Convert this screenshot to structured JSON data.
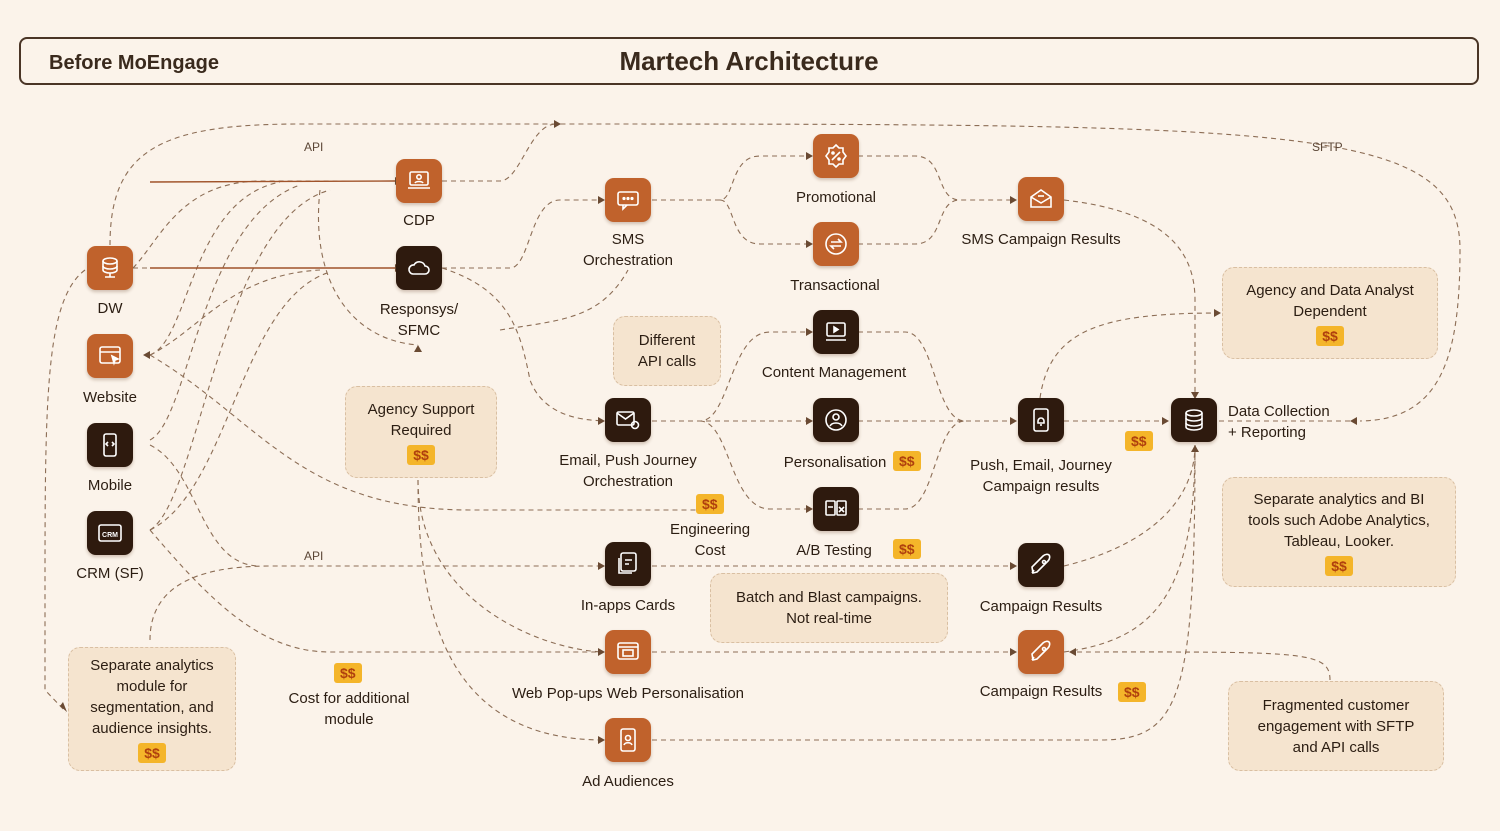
{
  "header": {
    "left_label": "Before MoEngage",
    "title": "Martech Architecture"
  },
  "edge_labels": {
    "api_top": "API",
    "api_mid": "API",
    "sftp": "SFTP"
  },
  "sources": [
    {
      "label": "DW",
      "icon": "server-icon"
    },
    {
      "label": "Website",
      "icon": "browser-icon"
    },
    {
      "label": "Mobile",
      "icon": "mobile-icon"
    },
    {
      "label": "CRM (SF)",
      "icon": "crm-icon"
    }
  ],
  "platforms": [
    {
      "label": "CDP",
      "icon": "profile-icon"
    },
    {
      "label": "Responsys/\nSFMC",
      "icon": "cloud-icon"
    }
  ],
  "channels": {
    "sms": "SMS\nOrchestration",
    "email": "Email, Push Journey\nOrchestration",
    "inapp": "In-apps Cards",
    "webpopup": "Web Pop-ups Web Personalisation",
    "ads": "Ad Audiences",
    "promotional": "Promotional",
    "transactional": "Transactional",
    "content": "Content Management",
    "personalisation": "Personalisation",
    "abtesting": "A/B Testing",
    "sms_results": "SMS Campaign Results",
    "push_results": "Push, Email, Journey\nCampaign results",
    "campaign_results_1": "Campaign Results",
    "campaign_results_2": "Campaign Results",
    "data_collection": "Data Collection\n+ Reporting"
  },
  "notes": {
    "agency_support": "Agency Support\nRequired",
    "different_api": "Different\nAPI calls",
    "engineering_cost": "Engineering\nCost",
    "batch_blast": "Batch and Blast campaigns.\nNot real-time",
    "cost_module": "Cost for additional\nmodule",
    "separate_module": "Separate analytics\nmodule for\nsegmentation, and\naudience insights.",
    "agency_analyst": "Agency and Data Analyst\nDependent",
    "separate_bi": "Separate analytics and BI\ntools such Adobe Analytics,\nTableau, Looker.",
    "fragmented": "Fragmented customer\nengagement with  SFTP\nand API calls"
  },
  "badge_text": "$$",
  "colors": {
    "background": "#fbf3ea",
    "accent_orange": "#c0622c",
    "dark_icon": "#2e1a0e",
    "badge_yellow": "#f4b52a",
    "note_fill": "#f5e4cf"
  }
}
